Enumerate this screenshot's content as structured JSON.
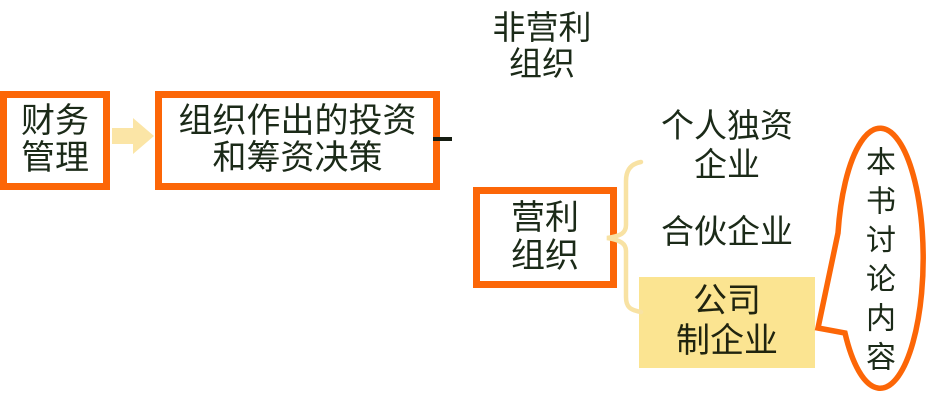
{
  "colors": {
    "accent_orange": "#FC6607",
    "cream_accent": "#F8E2A3",
    "corporate_box_fill": "#FBE491",
    "text_dark_green": "#1B2A18",
    "background": "#FFFFFF"
  },
  "diagram": {
    "financial_box": {
      "line1": "财务",
      "line2": "管理"
    },
    "decisions_box": {
      "line1": "组织作出的投资",
      "line2": "和筹资决策"
    },
    "nonprofit_label": {
      "line1": "非营利",
      "line2": "组织"
    },
    "profit_box": {
      "line1": "营利",
      "line2": "组织"
    },
    "sole_proprietorship_label": {
      "line1": "个人独资",
      "line2": "企业"
    },
    "partnership_label": {
      "text": "合伙企业"
    },
    "corporate_box": {
      "line1": "公司",
      "line2": "制企业"
    },
    "callout": {
      "text": "本书讨论内容"
    },
    "icons": {
      "arrow": "right-block-arrow-icon",
      "brace": "left-curly-brace-icon",
      "callout_shape": "oval-speech-bubble",
      "stub": "connector-stub"
    }
  }
}
